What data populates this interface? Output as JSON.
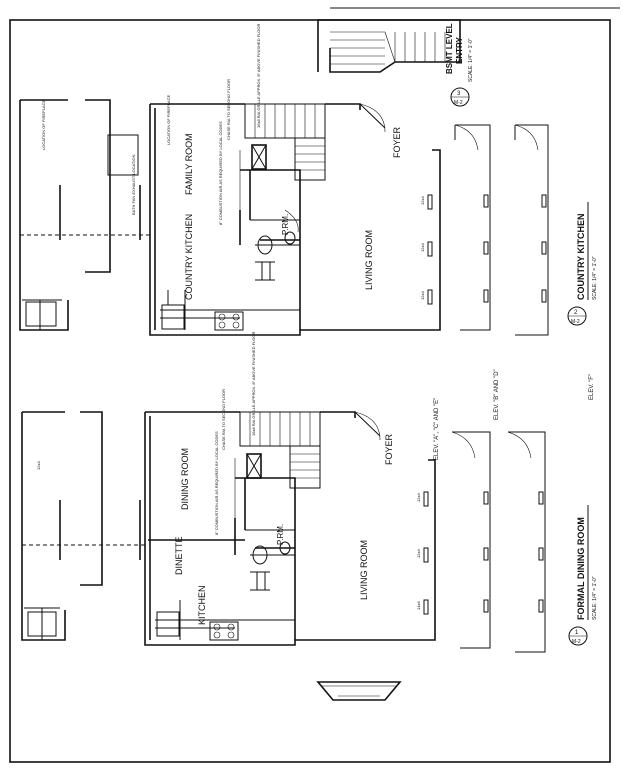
{
  "sheet": {
    "labels": {
      "bsmt_title_1": "BSMT LEVEL",
      "bsmt_title_2": "ENTRY",
      "bsmt_scale": "SCALE: 1/4\" = 1'-0\"",
      "bsmt_ref_num": "3",
      "bsmt_ref_sheet": "M-2",
      "family_room": "FAMILY ROOM",
      "country_kitchen_room": "COUNTRY KITCHEN",
      "living_room_top": "LIVING ROOM",
      "foyer_top": "FOYER",
      "prm_top": "P.RM.",
      "living_room_bottom": "LIVING ROOM",
      "foyer_bottom": "FOYER",
      "prm_bottom": "P.RM.",
      "dining_room": "DINING ROOM",
      "dinette": "DINETTE",
      "kitchen": "KITCHEN",
      "elev_acb": "ELEV. \"A\", \"C\" AND \"E\"",
      "elev_bd": "ELEV. \"B\" AND \"D\"",
      "elev_f": "ELEV. \"F\"",
      "ck_title": "COUNTRY KITCHEN",
      "ck_scale": "SCALE: 1/4\" = 1'-0\"",
      "ck_ref_num": "2",
      "ck_ref_sheet": "M-2",
      "fdr_title": "FORMAL DINING ROOM",
      "fdr_scale": "SCALE: 1/4\" = 1'-0\"",
      "fdr_ref_num": "1",
      "fdr_ref_sheet": "M-2",
      "note_chase_top": "CHASE R/A TO SECOND FLOOR",
      "note_chase_bottom": "CHASE R/A TO SECOND FLOOR",
      "note_combustion_top": "8\" COMBUSTION AIR AS REQUIRED BY LOCAL CODES",
      "note_combustion_bottom": "8\" COMBUSTION AIR AS REQUIRED BY LOCAL CODES",
      "note_grille_top": "16x8 R/A GRILLE APPROX. 8\" ABOVE FINISHED FLOOR",
      "note_grille_bottom": "16x8 R/A GRILLE APPROX. 8\" ABOVE FINISHED FLOOR",
      "note_bath_fan": "BATH FAN EXHAUST LOCATION",
      "note_fireplace_1": "LOCATION OF FIREPLACE",
      "note_fireplace_2": "LOCATION OF FIREPLACE",
      "dim_12x4": "12x4",
      "dim_14x6": "14x6"
    }
  }
}
